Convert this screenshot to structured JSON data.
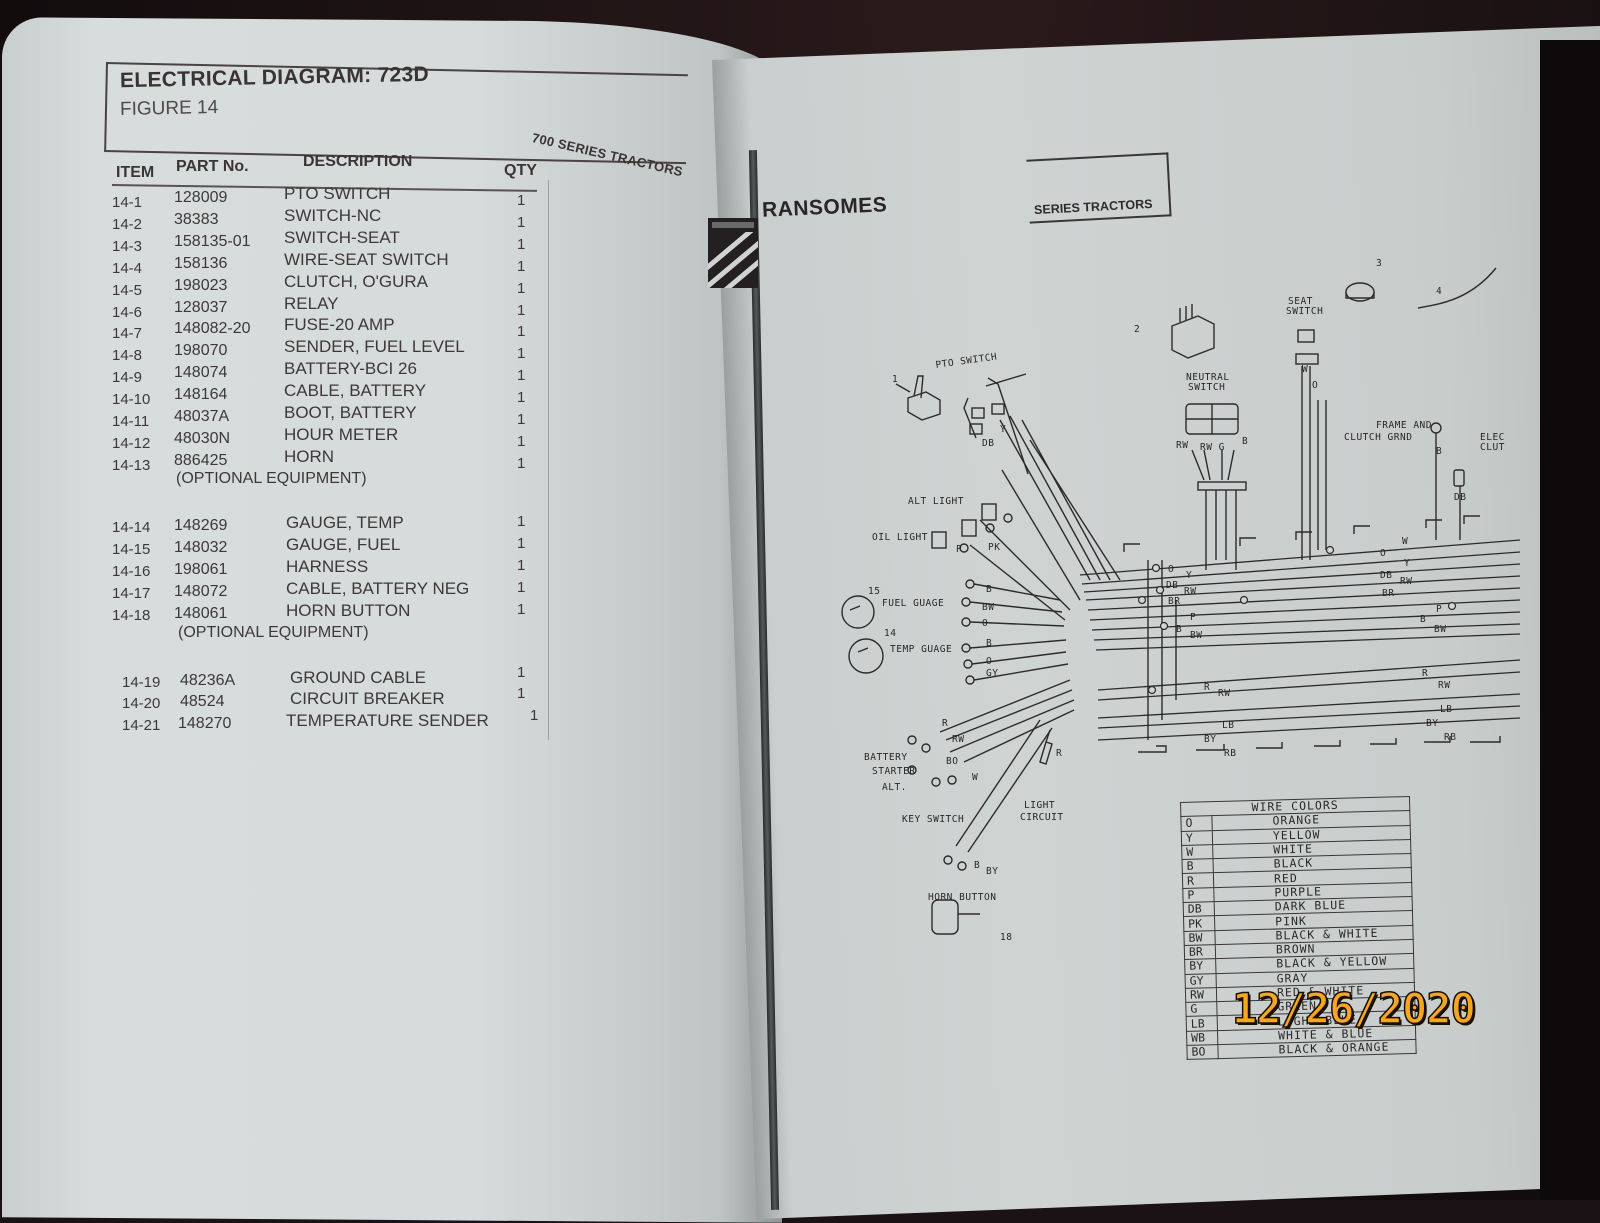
{
  "left_page": {
    "title": "ELECTRICAL DIAGRAM: 723D",
    "figure": "FIGURE 14",
    "series": "700 SERIES TRACTORS",
    "columns": {
      "item": "ITEM",
      "part_no": "PART No.",
      "description": "DESCRIPTION",
      "qty": "QTY"
    },
    "parts": [
      {
        "item": "14-1",
        "part_no": "128009",
        "description": "PTO SWITCH",
        "qty": "1"
      },
      {
        "item": "14-2",
        "part_no": "38383",
        "description": "SWITCH-NC",
        "qty": "1"
      },
      {
        "item": "14-3",
        "part_no": "158135-01",
        "description": "SWITCH-SEAT",
        "qty": "1"
      },
      {
        "item": "14-4",
        "part_no": "158136",
        "description": "WIRE-SEAT SWITCH",
        "qty": "1"
      },
      {
        "item": "14-5",
        "part_no": "198023",
        "description": "CLUTCH, O'GURA",
        "qty": "1"
      },
      {
        "item": "14-6",
        "part_no": "128037",
        "description": "RELAY",
        "qty": "1"
      },
      {
        "item": "14-7",
        "part_no": "148082-20",
        "description": "FUSE-20 AMP",
        "qty": "1"
      },
      {
        "item": "14-8",
        "part_no": "198070",
        "description": "SENDER, FUEL LEVEL",
        "qty": "1"
      },
      {
        "item": "14-9",
        "part_no": "148074",
        "description": "BATTERY-BCI 26",
        "qty": "1"
      },
      {
        "item": "14-10",
        "part_no": "148164",
        "description": "CABLE, BATTERY",
        "qty": "1"
      },
      {
        "item": "14-11",
        "part_no": "48037A",
        "description": "BOOT, BATTERY",
        "qty": "1"
      },
      {
        "item": "14-12",
        "part_no": "48030N",
        "description": "HOUR METER",
        "qty": "1"
      },
      {
        "item": "14-13",
        "part_no": "886425",
        "description": "HORN",
        "qty": "1"
      },
      {
        "item": "14-14",
        "part_no": "148269",
        "description": "GAUGE, TEMP",
        "qty": "1"
      },
      {
        "item": "14-15",
        "part_no": "148032",
        "description": "GAUGE, FUEL",
        "qty": "1"
      },
      {
        "item": "14-16",
        "part_no": "198061",
        "description": "HARNESS",
        "qty": "1"
      },
      {
        "item": "14-17",
        "part_no": "148072",
        "description": "CABLE, BATTERY NEG",
        "qty": "1"
      },
      {
        "item": "14-18",
        "part_no": "148061",
        "description": "HORN BUTTON",
        "qty": "1"
      },
      {
        "item": "14-19",
        "part_no": "48236A",
        "description": "GROUND CABLE",
        "qty": "1"
      },
      {
        "item": "14-20",
        "part_no": "48524",
        "description": "CIRCUIT BREAKER",
        "qty": "1"
      },
      {
        "item": "14-21",
        "part_no": "148270",
        "description": "TEMPERATURE SENDER",
        "qty": "1"
      }
    ],
    "notes": [
      "(OPTIONAL EQUIPMENT)",
      "(OPTIONAL EQUIPMENT)"
    ]
  },
  "right_page": {
    "brand": "RANSOMES",
    "series": "SERIES TRACTORS",
    "diagram_labels": {
      "pto_switch": "PTO SWITCH",
      "neutral_switch": [
        "NEUTRAL",
        "SWITCH"
      ],
      "seat_switch": [
        "SEAT",
        "SWITCH"
      ],
      "frame_clutch_grnd": [
        "FRAME AND",
        "CLUTCH GRND"
      ],
      "elec_clutch": [
        "ELEC",
        "CLUT"
      ],
      "alt_light": "ALT LIGHT",
      "oil_light": "OIL LIGHT",
      "fuel_gauge": "FUEL GUAGE",
      "temp_gauge": "TEMP GUAGE",
      "battery": "BATTERY",
      "starter": "STARTER",
      "alt": "ALT.",
      "key_switch": "KEY SWITCH",
      "light_circuit": [
        "LIGHT",
        "CIRCUIT"
      ],
      "horn_button": "HORN BUTTON",
      "callouts": [
        "1",
        "2",
        "3",
        "4",
        "15",
        "14",
        "18"
      ]
    },
    "wire_colors": {
      "title": "WIRE COLORS",
      "rows": [
        {
          "code": "O",
          "name": "ORANGE"
        },
        {
          "code": "Y",
          "name": "YELLOW"
        },
        {
          "code": "W",
          "name": "WHITE"
        },
        {
          "code": "B",
          "name": "BLACK"
        },
        {
          "code": "R",
          "name": "RED"
        },
        {
          "code": "P",
          "name": "PURPLE"
        },
        {
          "code": "DB",
          "name": "DARK BLUE"
        },
        {
          "code": "PK",
          "name": "PINK"
        },
        {
          "code": "BW",
          "name": "BLACK & WHITE"
        },
        {
          "code": "BR",
          "name": "BROWN"
        },
        {
          "code": "BY",
          "name": "BLACK & YELLOW"
        },
        {
          "code": "GY",
          "name": "GRAY"
        },
        {
          "code": "RW",
          "name": "RED & WHITE"
        },
        {
          "code": "G",
          "name": "GREEN"
        },
        {
          "code": "LB",
          "name": "LIGHT BLUE"
        },
        {
          "code": "WB",
          "name": "WHITE & BLUE"
        },
        {
          "code": "BO",
          "name": "BLACK & ORANGE"
        }
      ]
    }
  },
  "date_stamp": "12/26/2020",
  "colors": {
    "stamp": "#f5a623",
    "paper": "#d6dbdb",
    "ink": "#3a3334"
  }
}
